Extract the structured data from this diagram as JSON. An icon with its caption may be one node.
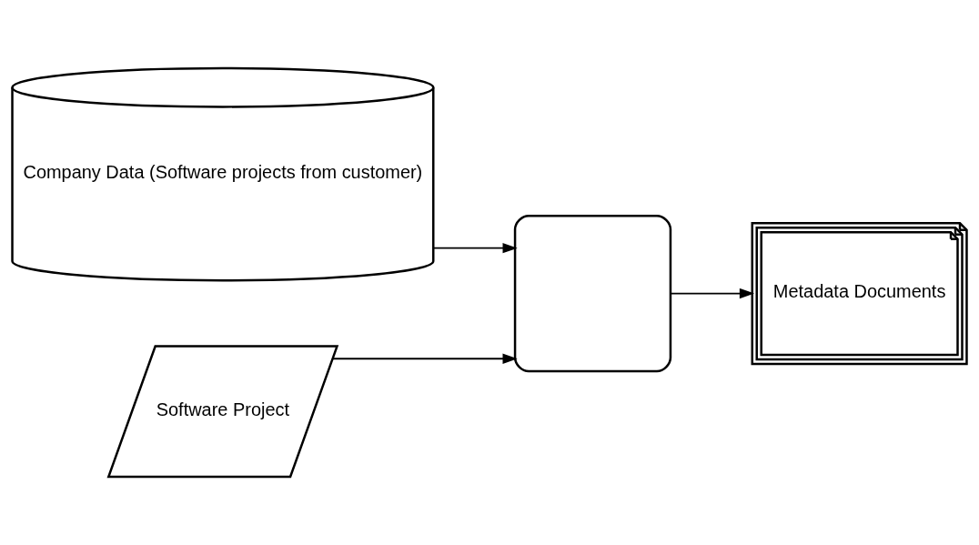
{
  "diagram": {
    "nodes": [
      {
        "text": [
          "Company Data (Software projects from customer)"
        ]
      },
      {
        "text": [
          "Software Project"
        ]
      },
      {
        "text": [],
        "shape": "box"
      },
      {
        "text": [
          "Metadata Documents"
        ]
      }
    ],
    "edges": [
      {
        "from": 0,
        "to": 2,
        "arrow": "to"
      },
      {
        "from": 1,
        "to": 2,
        "arrow": "to"
      },
      {
        "from": 2,
        "to": 3,
        "arrow": "to"
      }
    ]
  }
}
